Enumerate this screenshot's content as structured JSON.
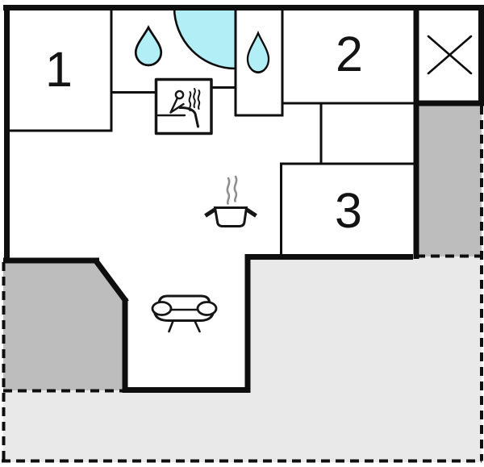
{
  "floorplan": {
    "rooms": [
      {
        "label": "1"
      },
      {
        "label": "2"
      },
      {
        "label": "3"
      }
    ],
    "icons": [
      "water-drop-icon",
      "water-drop-icon",
      "corner-bath",
      "sauna-icon",
      "cooking-pot-icon",
      "sofa-icon",
      "x-marker-icon"
    ],
    "colors": {
      "background": "#ffffff",
      "wall": "#0e0e0e",
      "water": "#b2eef5",
      "terrace_dark": "#bdbdbd",
      "terrace_light": "#e9e9e9",
      "steam_gray": "#8f8f8f"
    }
  }
}
